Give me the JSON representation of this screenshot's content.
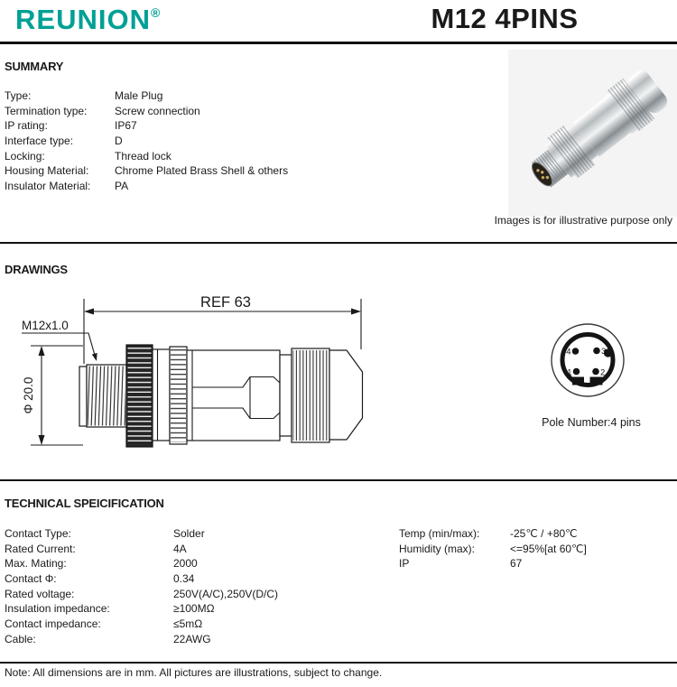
{
  "header": {
    "logo": "REUNION",
    "registered_mark": "®",
    "title": "M12 4PINS"
  },
  "summary": {
    "section_title": "SUMMARY",
    "rows": [
      {
        "label": "Type:",
        "value": "Male Plug"
      },
      {
        "label": "Termination type:",
        "value": "Screw connection"
      },
      {
        "label": "IP rating:",
        "value": "IP67"
      },
      {
        "label": "Interface type:",
        "value": "D"
      },
      {
        "label": "Locking:",
        "value": "Thread lock"
      },
      {
        "label": "Housing Material:",
        "value": "Chrome Plated Brass Shell & others"
      },
      {
        "label": "Insulator Material:",
        "value": "PA"
      }
    ],
    "image_caption": "Images is for illustrative purpose only"
  },
  "drawings": {
    "section_title": "DRAWINGS",
    "dim_ref": "REF 63",
    "dim_thread": "M12x1.0",
    "dim_diameter": "Φ 20.0",
    "pin_labels": {
      "p1": "1",
      "p2": "2",
      "p3": "3",
      "p4": "4"
    },
    "pole_caption": "Pole Number:4 pins"
  },
  "tech": {
    "section_title": "TECHNICAL SPEICIFICATION",
    "left_rows": [
      {
        "label": "Contact Type:",
        "value": "Solder"
      },
      {
        "label": "Rated Current:",
        "value": "4A"
      },
      {
        "label": "Max. Mating:",
        "value": "2000"
      },
      {
        "label": "Contact Φ:",
        "value": "0.34"
      },
      {
        "label": "Rated voltage:",
        "value": "250V(A/C),250V(D/C)"
      },
      {
        "label": "Insulation impedance:",
        "value": "≥100MΩ"
      },
      {
        "label": "Contact impedance:",
        "value": "≤5mΩ"
      },
      {
        "label": "Cable:",
        "value": "22AWG"
      }
    ],
    "right_rows": [
      {
        "label": "Temp (min/max):",
        "value": "-25℃ / +80℃"
      },
      {
        "label": "Humidity (max):",
        "value": "<=95%[at 60℃]"
      },
      {
        "label": "IP",
        "value": "67"
      }
    ]
  },
  "footer": {
    "note": "Note: All dimensions are in mm. All pictures are illustrations, subject to change."
  },
  "colors": {
    "brand_teal": "#00A094",
    "line_black": "#111111"
  }
}
